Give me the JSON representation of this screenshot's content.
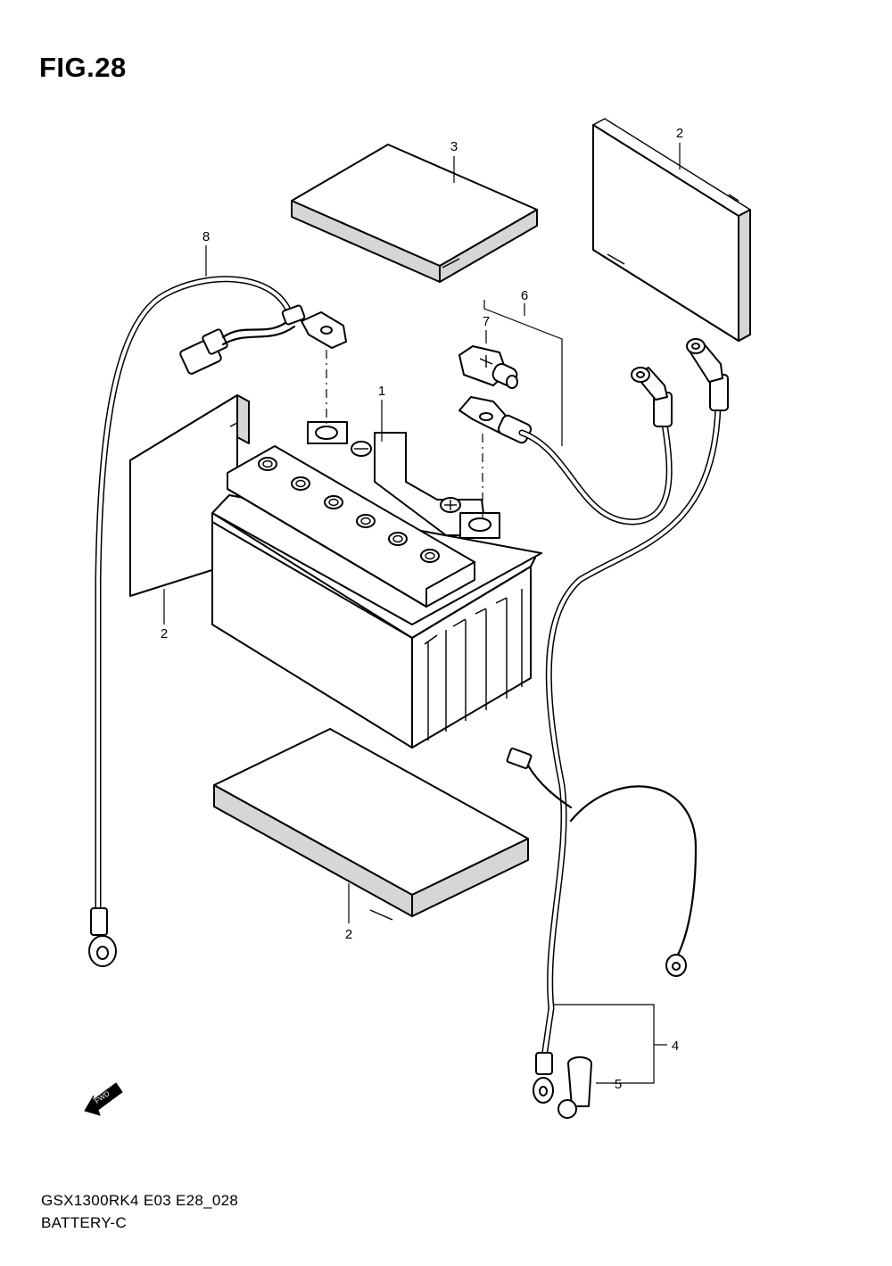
{
  "figure": {
    "title": "FIG.28"
  },
  "callouts": [
    {
      "id": "c1",
      "text": "1"
    },
    {
      "id": "c2-top",
      "text": "2"
    },
    {
      "id": "c2-left",
      "text": "2"
    },
    {
      "id": "c2-bottom",
      "text": "2"
    },
    {
      "id": "c3",
      "text": "3"
    },
    {
      "id": "c4",
      "text": "4"
    },
    {
      "id": "c5",
      "text": "5"
    },
    {
      "id": "c6",
      "text": "6"
    },
    {
      "id": "c7",
      "text": "7"
    },
    {
      "id": "c8",
      "text": "8"
    }
  ],
  "fwd_marker": "FWD",
  "footer": {
    "code": "GSX1300RK4 E03 E28_028",
    "name": "BATTERY-C"
  }
}
